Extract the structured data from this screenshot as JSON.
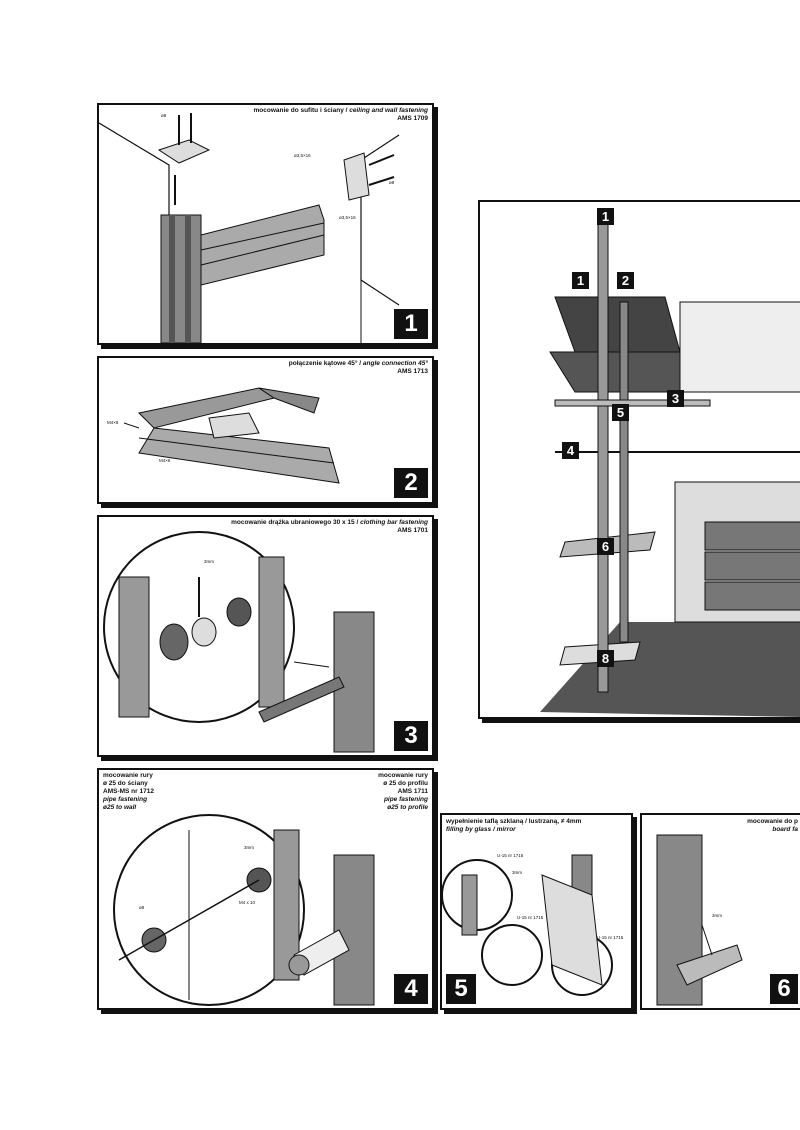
{
  "panels": [
    {
      "number": "1",
      "caption_pl": "mocowanie do sufitu i ściany /",
      "caption_en": "ceiling and wall fastening",
      "code": "AMS 1709",
      "labels": [
        "ø8",
        "ø3,5×16",
        "ø8",
        "ø3,5×16"
      ]
    },
    {
      "number": "2",
      "caption_pl": "połączenie kątowe 45° /",
      "caption_en": "angle connection 45°",
      "code": "AMS 1713",
      "labels": [
        "M4×8",
        "M4×8"
      ]
    },
    {
      "number": "3",
      "caption_pl": "mocowanie drążka ubraniowego 30 x 15 /",
      "caption_en": "clothing bar fastening",
      "code": "AMS 1701",
      "labels": [
        "3mm"
      ]
    },
    {
      "number": "4",
      "caption_left_pl": "mocowanie rury",
      "caption_left_size": "ø 25 do ściany",
      "caption_left_code": "AMS-MS nr 1712",
      "caption_left_en1": "pipe fastening",
      "caption_left_en2": "ø25 to wall",
      "caption_right_pl": "mocowanie rury",
      "caption_right_size": "ø 25 do profilu",
      "caption_right_code": "AMS 1711",
      "caption_right_en1": "pipe fastening",
      "caption_right_en2": "ø25 to profile",
      "labels": [
        "3mm",
        "ø8",
        "M4 x 10"
      ]
    },
    {
      "number": "5",
      "caption_pl": "wypełnienie taflą szklaną / lustrzaną, ≠ 4mm",
      "caption_en": "filling by glass / mirror",
      "labels": [
        "U-15 nr 1715",
        "U-15 nr 1715",
        "U-15 nr 1715",
        "3mm"
      ]
    },
    {
      "number": "6",
      "caption_pl": "mocowanie do p",
      "caption_en": "board fa",
      "labels": [
        "3mm"
      ]
    }
  ],
  "overview_tags": [
    "1",
    "1",
    "2",
    "3",
    "5",
    "4",
    "6",
    "8"
  ]
}
